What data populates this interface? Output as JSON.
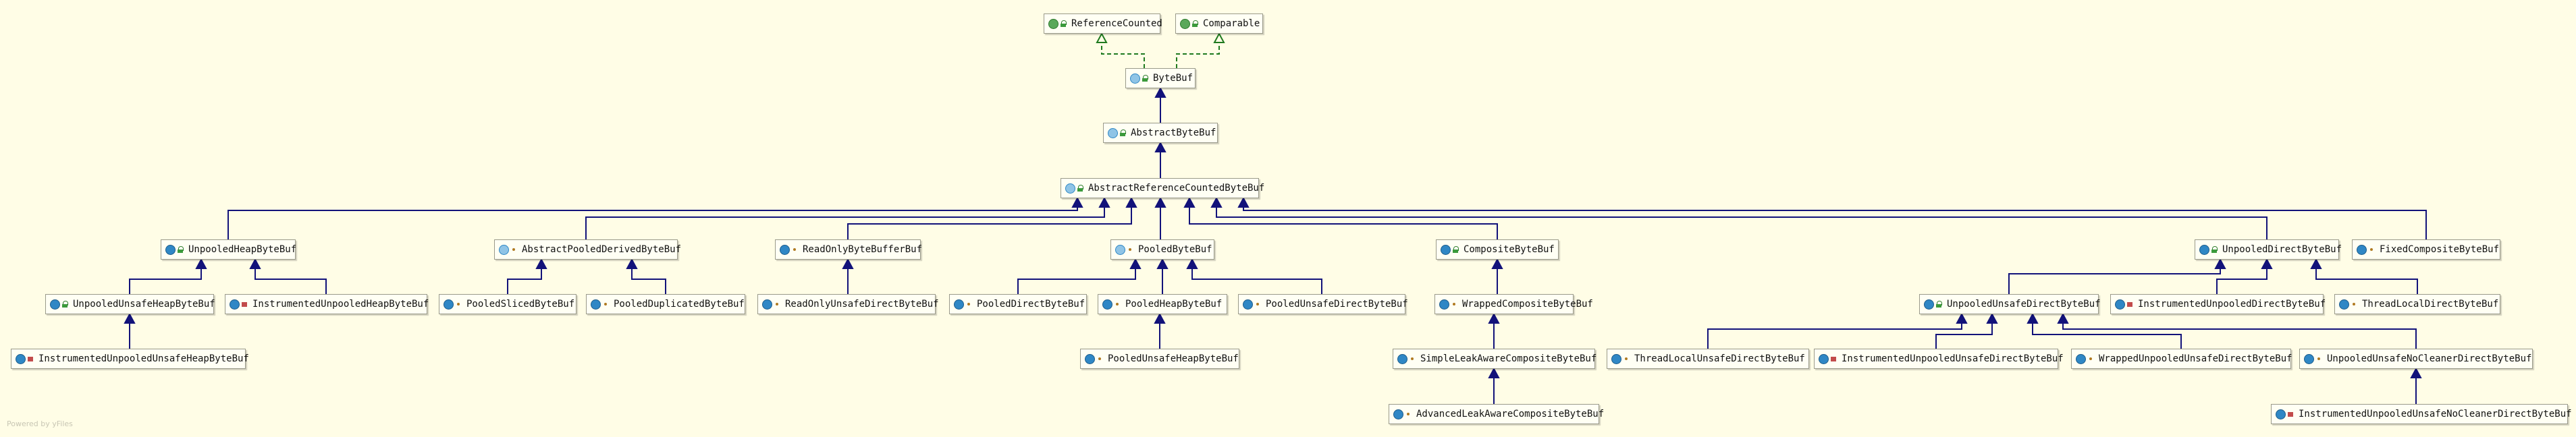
{
  "diagram": {
    "footer": "Powered by yFiles",
    "nodes": [
      {
        "id": "rc",
        "label": "ReferenceCounted",
        "kind": "interface",
        "mod": "pub"
      },
      {
        "id": "cmp",
        "label": "Comparable",
        "kind": "interface",
        "mod": "pub"
      },
      {
        "id": "bb",
        "label": "ByteBuf",
        "kind": "abstract",
        "mod": "pub"
      },
      {
        "id": "abb",
        "label": "AbstractByteBuf",
        "kind": "abstract",
        "mod": "pub"
      },
      {
        "id": "arc",
        "label": "AbstractReferenceCountedByteBuf",
        "kind": "abstract",
        "mod": "pub"
      },
      {
        "id": "uhb",
        "label": "UnpooledHeapByteBuf",
        "kind": "class",
        "mod": "pub"
      },
      {
        "id": "apd",
        "label": "AbstractPooledDerivedByteBuf",
        "kind": "abstract",
        "mod": "pkg"
      },
      {
        "id": "robb",
        "label": "ReadOnlyByteBufferBuf",
        "kind": "class",
        "mod": "pkg"
      },
      {
        "id": "pbb",
        "label": "PooledByteBuf",
        "kind": "abstract",
        "mod": "pkg"
      },
      {
        "id": "cbb",
        "label": "CompositeByteBuf",
        "kind": "class",
        "mod": "pub"
      },
      {
        "id": "udb",
        "label": "UnpooledDirectByteBuf",
        "kind": "class",
        "mod": "pub"
      },
      {
        "id": "fcb",
        "label": "FixedCompositeByteBuf",
        "kind": "class",
        "mod": "pkg"
      },
      {
        "id": "uuhb",
        "label": "UnpooledUnsafeHeapByteBuf",
        "kind": "class",
        "mod": "pub"
      },
      {
        "id": "iuhb",
        "label": "InstrumentedUnpooledHeapByteBuf",
        "kind": "class",
        "mod": "prv"
      },
      {
        "id": "psb",
        "label": "PooledSlicedByteBuf",
        "kind": "class",
        "mod": "pkg"
      },
      {
        "id": "pdb",
        "label": "PooledDuplicatedByteBuf",
        "kind": "class",
        "mod": "pkg"
      },
      {
        "id": "rouddb",
        "label": "ReadOnlyUnsafeDirectByteBuf",
        "kind": "class",
        "mod": "pkg"
      },
      {
        "id": "pdirb",
        "label": "PooledDirectByteBuf",
        "kind": "class",
        "mod": "pkg"
      },
      {
        "id": "phb",
        "label": "PooledHeapByteBuf",
        "kind": "class",
        "mod": "pkg"
      },
      {
        "id": "pudb",
        "label": "PooledUnsafeDirectByteBuf",
        "kind": "class",
        "mod": "pkg"
      },
      {
        "id": "wcb",
        "label": "WrappedCompositeByteBuf",
        "kind": "class",
        "mod": "pkg"
      },
      {
        "id": "uudb",
        "label": "UnpooledUnsafeDirectByteBuf",
        "kind": "class",
        "mod": "pub"
      },
      {
        "id": "iudb",
        "label": "InstrumentedUnpooledDirectByteBuf",
        "kind": "class",
        "mod": "prv"
      },
      {
        "id": "tldb",
        "label": "ThreadLocalDirectByteBuf",
        "kind": "class",
        "mod": "pkg"
      },
      {
        "id": "iuuhb",
        "label": "InstrumentedUnpooledUnsafeHeapByteBuf",
        "kind": "class",
        "mod": "prv"
      },
      {
        "id": "puhb",
        "label": "PooledUnsafeHeapByteBuf",
        "kind": "class",
        "mod": "pkg"
      },
      {
        "id": "slacb",
        "label": "SimpleLeakAwareCompositeByteBuf",
        "kind": "class",
        "mod": "pkg"
      },
      {
        "id": "tludb",
        "label": "ThreadLocalUnsafeDirectByteBuf",
        "kind": "class",
        "mod": "pkg"
      },
      {
        "id": "iuudb",
        "label": "InstrumentedUnpooledUnsafeDirectByteBuf",
        "kind": "class",
        "mod": "prv"
      },
      {
        "id": "wuudb",
        "label": "WrappedUnpooledUnsafeDirectByteBuf",
        "kind": "class",
        "mod": "pkg"
      },
      {
        "id": "uuncdb",
        "label": "UnpooledUnsafeNoCleanerDirectByteBuf",
        "kind": "class",
        "mod": "pkg"
      },
      {
        "id": "alacb",
        "label": "AdvancedLeakAwareCompositeByteBuf",
        "kind": "class",
        "mod": "pkg"
      },
      {
        "id": "iuuncdb",
        "label": "InstrumentedUnpooledUnsafeNoCleanerDirectByteBuf",
        "kind": "class",
        "mod": "prv"
      }
    ],
    "edges": [
      {
        "from": "bb",
        "to": "rc",
        "type": "implements"
      },
      {
        "from": "bb",
        "to": "cmp",
        "type": "implements"
      },
      {
        "from": "abb",
        "to": "bb",
        "type": "extends"
      },
      {
        "from": "arc",
        "to": "abb",
        "type": "extends"
      },
      {
        "from": "uhb",
        "to": "arc",
        "type": "extends"
      },
      {
        "from": "apd",
        "to": "arc",
        "type": "extends"
      },
      {
        "from": "robb",
        "to": "arc",
        "type": "extends"
      },
      {
        "from": "pbb",
        "to": "arc",
        "type": "extends"
      },
      {
        "from": "cbb",
        "to": "arc",
        "type": "extends"
      },
      {
        "from": "udb",
        "to": "arc",
        "type": "extends"
      },
      {
        "from": "fcb",
        "to": "arc",
        "type": "extends"
      },
      {
        "from": "uuhb",
        "to": "uhb",
        "type": "extends"
      },
      {
        "from": "iuhb",
        "to": "uhb",
        "type": "extends"
      },
      {
        "from": "psb",
        "to": "apd",
        "type": "extends"
      },
      {
        "from": "pdb",
        "to": "apd",
        "type": "extends"
      },
      {
        "from": "rouddb",
        "to": "robb",
        "type": "extends"
      },
      {
        "from": "pdirb",
        "to": "pbb",
        "type": "extends"
      },
      {
        "from": "phb",
        "to": "pbb",
        "type": "extends"
      },
      {
        "from": "pudb",
        "to": "pbb",
        "type": "extends"
      },
      {
        "from": "wcb",
        "to": "cbb",
        "type": "extends"
      },
      {
        "from": "uudb",
        "to": "udb",
        "type": "extends"
      },
      {
        "from": "iudb",
        "to": "udb",
        "type": "extends"
      },
      {
        "from": "tldb",
        "to": "udb",
        "type": "extends"
      },
      {
        "from": "iuuhb",
        "to": "uuhb",
        "type": "extends"
      },
      {
        "from": "puhb",
        "to": "phb",
        "type": "extends"
      },
      {
        "from": "slacb",
        "to": "wcb",
        "type": "extends"
      },
      {
        "from": "tludb",
        "to": "uudb",
        "type": "extends"
      },
      {
        "from": "iuudb",
        "to": "uudb",
        "type": "extends"
      },
      {
        "from": "wuudb",
        "to": "uudb",
        "type": "extends"
      },
      {
        "from": "uuncdb",
        "to": "uudb",
        "type": "extends"
      },
      {
        "from": "alacb",
        "to": "slacb",
        "type": "extends"
      },
      {
        "from": "iuuncdb",
        "to": "uuncdb",
        "type": "extends"
      }
    ]
  }
}
